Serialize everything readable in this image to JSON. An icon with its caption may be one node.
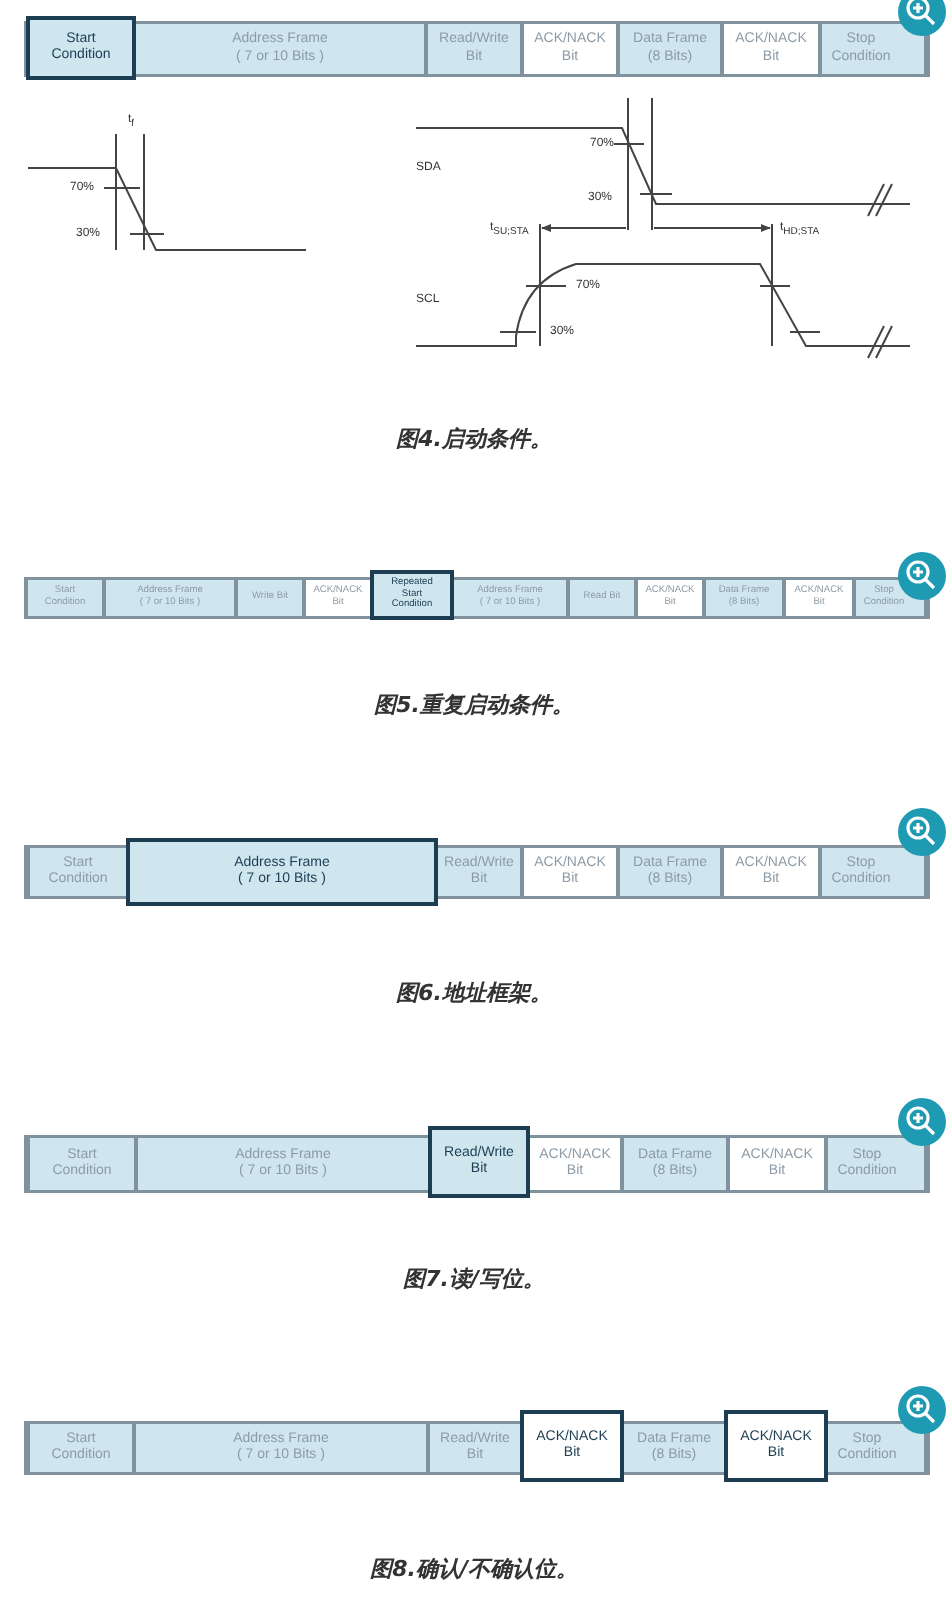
{
  "diagram": {
    "nodes": [
      {
        "text": [
          "Start Condition"
        ]
      },
      {
        "text": [
          "Address Frame ( 7 or 10 Bits )"
        ]
      },
      {
        "text": [
          "Read/Write Bit"
        ]
      },
      {
        "text": [
          "ACK/NACK Bit"
        ]
      },
      {
        "text": [
          "Data Frame (8 Bits)"
        ]
      },
      {
        "text": [
          "ACK/NACK Bit"
        ]
      },
      {
        "text": [
          "Stop Condition"
        ]
      },
      {
        "text": [
          "Start Condition"
        ]
      },
      {
        "text": [
          "Address Frame ( 7 or 10 Bits )"
        ]
      },
      {
        "text": [
          "Write Bit"
        ]
      },
      {
        "text": [
          "ACK/NACK Bit"
        ]
      },
      {
        "text": [
          "Repeated Start Condition"
        ]
      },
      {
        "text": [
          "Address Frame ( 7 or 10 Bits )"
        ]
      },
      {
        "text": [
          "Read Bit"
        ]
      },
      {
        "text": [
          "ACK/NACK Bit"
        ]
      },
      {
        "text": [
          "Data Frame (8 Bits)"
        ]
      },
      {
        "text": [
          "ACK/NACK Bit"
        ]
      },
      {
        "text": [
          "Stop Condition"
        ]
      },
      {
        "text": [
          "Start Condition"
        ]
      },
      {
        "text": [
          "Address Frame ( 7 or 10 Bits )"
        ]
      },
      {
        "text": [
          "Read/Write Bit"
        ]
      },
      {
        "text": [
          "ACK/NACK Bit"
        ]
      },
      {
        "text": [
          "Data Frame (8 Bits)"
        ]
      },
      {
        "text": [
          "ACK/NACK Bit"
        ]
      },
      {
        "text": [
          "Stop Condition"
        ]
      },
      {
        "text": [
          "Start Condition"
        ]
      },
      {
        "text": [
          "Address Frame ( 7 or 10 Bits )"
        ]
      },
      {
        "text": [
          "Read/Write Bit"
        ]
      },
      {
        "text": [
          "ACK/NACK Bit"
        ]
      },
      {
        "text": [
          "Data Frame (8 Bits)"
        ]
      },
      {
        "text": [
          "ACK/NACK Bit"
        ]
      },
      {
        "text": [
          "Stop Condition"
        ]
      },
      {
        "text": [
          "Start Condition"
        ]
      },
      {
        "text": [
          "Address Frame ( 7 or 10 Bits )"
        ]
      },
      {
        "text": [
          "Read/Write Bit"
        ]
      },
      {
        "text": [
          "ACK/NACK Bit"
        ]
      },
      {
        "text": [
          "Data Frame (8 Bits)"
        ]
      },
      {
        "text": [
          "ACK/NACK Bit"
        ]
      },
      {
        "text": [
          "Stop Condition"
        ]
      }
    ],
    "labels": [
      "t$_{f}$",
      "70%",
      "SDA",
      "70%",
      "30%",
      "t$_{SU;STA}$",
      "t$_{HD;STA}$",
      "30%",
      "70%",
      "SCL",
      "30%",
      "图4.启动条件。",
      "图5.重复启动条件。",
      "图6.地址框架。",
      "图7.读/写位。",
      "图8.确认/不确认位。"
    ]
  }
}
